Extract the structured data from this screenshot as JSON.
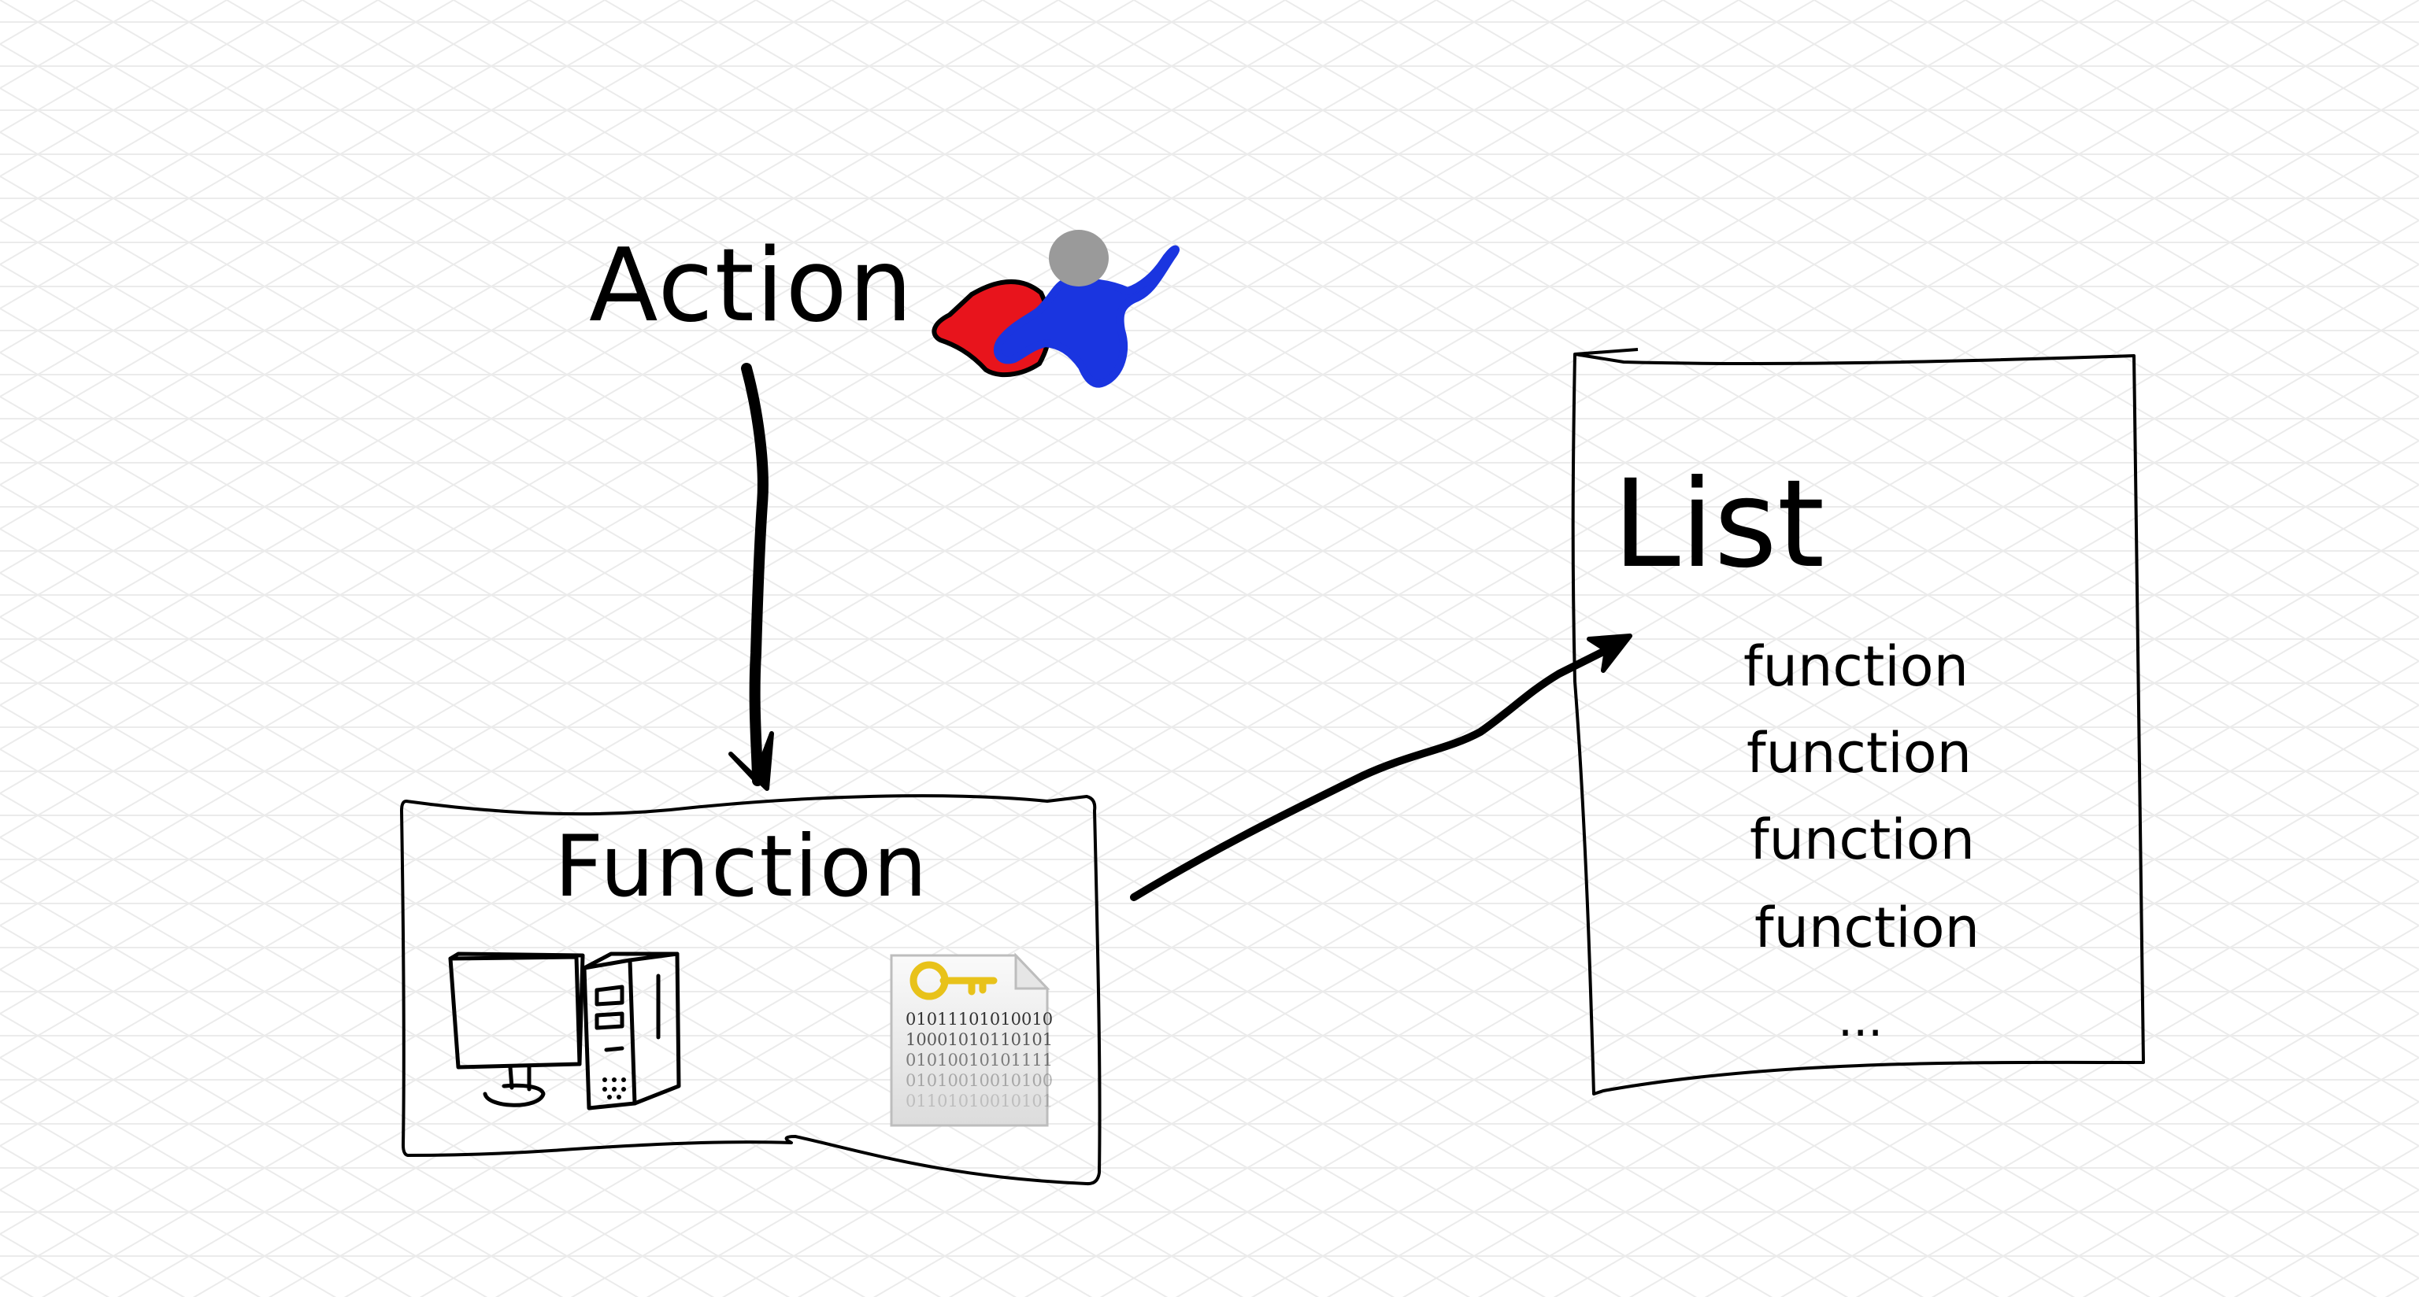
{
  "diagram": {
    "action_label": "Action",
    "function_label": "Function",
    "list_title": "List",
    "list_items": [
      "function",
      "function",
      "function",
      "function"
    ],
    "list_ellipsis": "...",
    "binary_lines": [
      "01011101010010",
      "10001010110101",
      "01010010101111",
      "01010010010100",
      "01101010010101"
    ]
  },
  "colors": {
    "background": "#ffffff",
    "grid": "#ebebeb",
    "ink": "#000000",
    "hero_cape": "#e8141c",
    "hero_body": "#1a35e0",
    "hero_head": "#9a9a9a",
    "key": "#e8c21a"
  },
  "icons": {
    "hero": "superhero-icon",
    "computer": "desktop-computer-icon",
    "key_file": "key-file-icon"
  }
}
